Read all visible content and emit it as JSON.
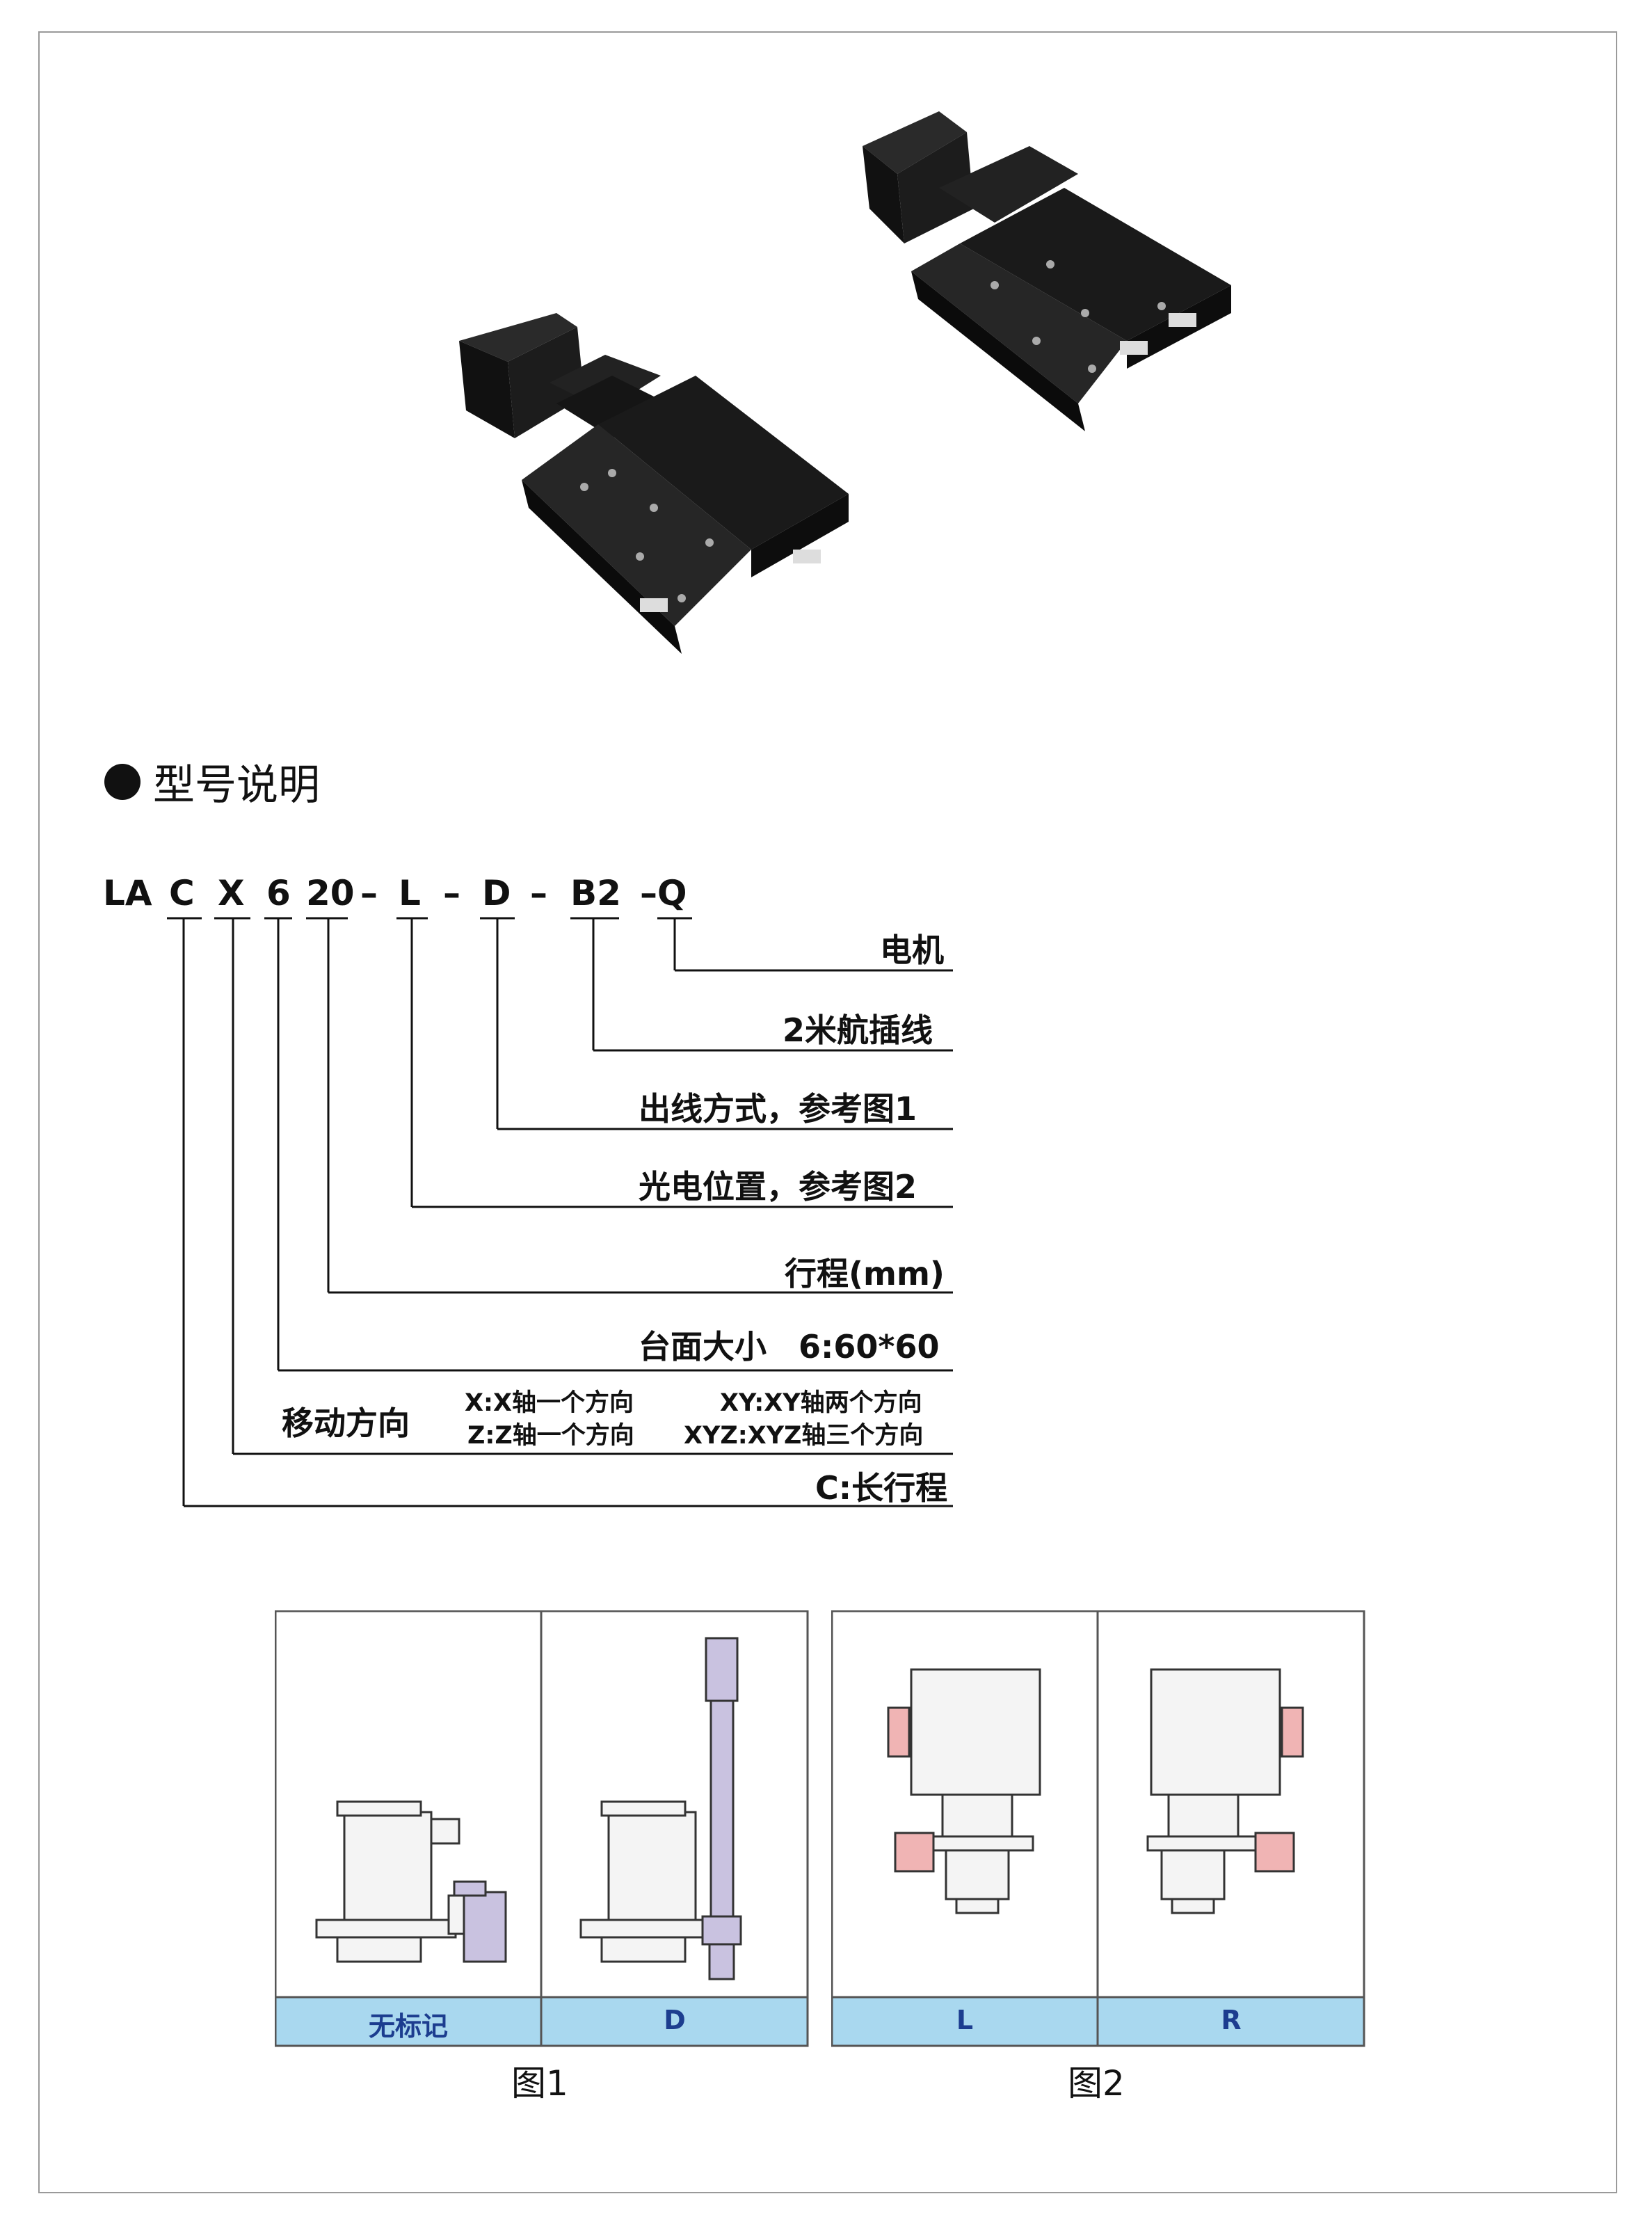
{
  "section": {
    "title": "型号说明"
  },
  "model_code": {
    "parts": [
      "LA",
      "C",
      "X",
      "6",
      "20",
      "–",
      "L",
      "–",
      "D",
      "–",
      "B2",
      "–Q"
    ]
  },
  "explanations": {
    "motor": "电机",
    "cable": "2米航插线",
    "outlet": "出线方式，参考图1",
    "sensor": "光电位置，参考图2",
    "stroke": "行程(mm)",
    "table": "台面大小　6:60*60",
    "direction_title": "移动方向",
    "dir_x": "X:X轴一个方向",
    "dir_z": "Z:Z轴一个方向",
    "dir_xy": "XY:XY轴两个方向",
    "dir_xyz": "XYZ:XYZ轴三个方向",
    "long_stroke": "C:长行程"
  },
  "figures": {
    "fig1": {
      "caption": "图1",
      "cells": [
        "无标记",
        "D"
      ]
    },
    "fig2": {
      "caption": "图2",
      "cells": [
        "L",
        "R"
      ]
    }
  },
  "colors": {
    "label_band": "#a9d8ef",
    "cable": "#c9c2e0",
    "sensor": "#f0b4b4"
  }
}
